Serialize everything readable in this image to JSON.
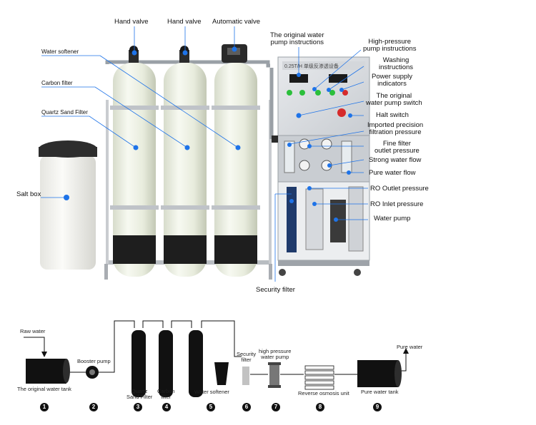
{
  "machine_labels": {
    "hand_valve_1": "Hand valve",
    "hand_valve_2": "Hand valve",
    "automatic_valve": "Automatic valve",
    "pump_instructions": "The original water\npump instructions",
    "high_pressure_instructions": "High-pressure\npump instructions",
    "washing_instructions": "Washing\ninstructions",
    "power_indicators": "Power supply\nindicators",
    "pump_switch": "The original\nwater pump switch",
    "halt_switch": "Halt switch",
    "imported_filtration": "Imported precision\nfiltration pressure",
    "fine_filter": "Fine filter\noutlet pressure",
    "strong_flow": "Strong water flow",
    "pure_flow": "Pure water flow",
    "ro_outlet": "RO Outlet pressure",
    "ro_inlet": "RO Inlet pressure",
    "water_pump": "Water pump",
    "security_filter": "Security filter",
    "water_softener": "Water softener",
    "carbon_filter": "Carbon   filter",
    "quartz_filter": "Quartz  Sand Filter",
    "salt_box": "Salt box",
    "panel_text": "0.25T/H 单级反渗透设备"
  },
  "flow_labels": {
    "raw_water": "Raw water",
    "original_tank": "The original water tank",
    "booster_pump": "Booster pump",
    "quartz": "Quartz\nSand Filter",
    "carbon": "Carbon\nfilter",
    "softener": "Water softener",
    "security": "Security\nfilter",
    "hp_pump": "high pressure\nwater pump",
    "ro_unit": "Reverse osmosis unit",
    "pure_tank": "Pure water tank",
    "pure_water": "Pure water"
  },
  "steps": [
    "1",
    "2",
    "3",
    "4",
    "5",
    "6",
    "7",
    "8",
    "9"
  ],
  "colors": {
    "marker": "#1e73e8",
    "tank": "#eef1e6",
    "pipe": "#111111",
    "frame": "#c9ccd0"
  }
}
